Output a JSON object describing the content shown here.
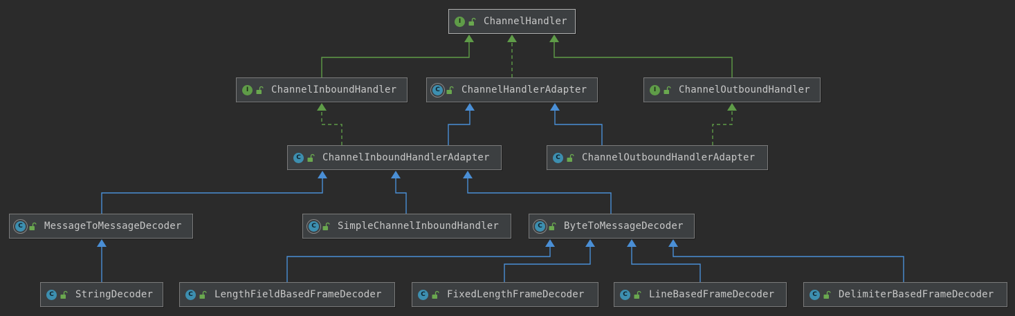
{
  "diagram": {
    "nodes": [
      {
        "id": "channel-handler",
        "label": "ChannelHandler",
        "kind": "I",
        "badge": "I",
        "selected": true
      },
      {
        "id": "channel-inbound-handler",
        "label": "ChannelInboundHandler",
        "kind": "I",
        "badge": "I"
      },
      {
        "id": "channel-handler-adapter",
        "label": "ChannelHandlerAdapter",
        "kind": "A",
        "badge": "C"
      },
      {
        "id": "channel-outbound-handler",
        "label": "ChannelOutboundHandler",
        "kind": "I",
        "badge": "I"
      },
      {
        "id": "channel-inbound-handler-adapter",
        "label": "ChannelInboundHandlerAdapter",
        "kind": "C",
        "badge": "C"
      },
      {
        "id": "channel-outbound-handler-adapter",
        "label": "ChannelOutboundHandlerAdapter",
        "kind": "C",
        "badge": "C"
      },
      {
        "id": "message-to-message-decoder",
        "label": "MessageToMessageDecoder",
        "kind": "A",
        "badge": "C"
      },
      {
        "id": "simple-channel-inbound-handler",
        "label": "SimpleChannelInboundHandler",
        "kind": "A",
        "badge": "C"
      },
      {
        "id": "byte-to-message-decoder",
        "label": "ByteToMessageDecoder",
        "kind": "A",
        "badge": "C"
      },
      {
        "id": "string-decoder",
        "label": "StringDecoder",
        "kind": "C",
        "badge": "C"
      },
      {
        "id": "length-field-based-frame-decoder",
        "label": "LengthFieldBasedFrameDecoder",
        "kind": "C",
        "badge": "C"
      },
      {
        "id": "fixed-length-frame-decoder",
        "label": "FixedLengthFrameDecoder",
        "kind": "C",
        "badge": "C"
      },
      {
        "id": "line-based-frame-decoder",
        "label": "LineBasedFrameDecoder",
        "kind": "C",
        "badge": "C"
      },
      {
        "id": "delimiter-based-frame-decoder",
        "label": "DelimiterBasedFrameDecoder",
        "kind": "C",
        "badge": "C"
      }
    ],
    "edges": [
      {
        "from": "channel-inbound-handler",
        "to": "channel-handler",
        "type": "extends-interface"
      },
      {
        "from": "channel-handler-adapter",
        "to": "channel-handler",
        "type": "implements"
      },
      {
        "from": "channel-outbound-handler",
        "to": "channel-handler",
        "type": "extends-interface"
      },
      {
        "from": "channel-inbound-handler-adapter",
        "to": "channel-inbound-handler",
        "type": "implements"
      },
      {
        "from": "channel-inbound-handler-adapter",
        "to": "channel-handler-adapter",
        "type": "extends"
      },
      {
        "from": "channel-outbound-handler-adapter",
        "to": "channel-handler-adapter",
        "type": "extends"
      },
      {
        "from": "channel-outbound-handler-adapter",
        "to": "channel-outbound-handler",
        "type": "implements"
      },
      {
        "from": "message-to-message-decoder",
        "to": "channel-inbound-handler-adapter",
        "type": "extends"
      },
      {
        "from": "simple-channel-inbound-handler",
        "to": "channel-inbound-handler-adapter",
        "type": "extends"
      },
      {
        "from": "byte-to-message-decoder",
        "to": "channel-inbound-handler-adapter",
        "type": "extends"
      },
      {
        "from": "string-decoder",
        "to": "message-to-message-decoder",
        "type": "extends"
      },
      {
        "from": "length-field-based-frame-decoder",
        "to": "byte-to-message-decoder",
        "type": "extends"
      },
      {
        "from": "fixed-length-frame-decoder",
        "to": "byte-to-message-decoder",
        "type": "extends"
      },
      {
        "from": "line-based-frame-decoder",
        "to": "byte-to-message-decoder",
        "type": "extends"
      },
      {
        "from": "delimiter-based-frame-decoder",
        "to": "byte-to-message-decoder",
        "type": "extends"
      }
    ],
    "colors": {
      "background": "#2b2b2b",
      "node_fill": "#3c3f41",
      "node_border": "#7b7b7b",
      "text": "#c8c8c8",
      "interface_badge": "#5f9c48",
      "class_badge": "#3d8fb0",
      "extends_edge": "#4a8fd6",
      "interface_edge": "#5f9c48"
    },
    "icons": {
      "interface": "interface-icon",
      "class": "class-icon",
      "abstract_class": "abstract-class-icon",
      "visibility": "public-lock-icon"
    }
  }
}
